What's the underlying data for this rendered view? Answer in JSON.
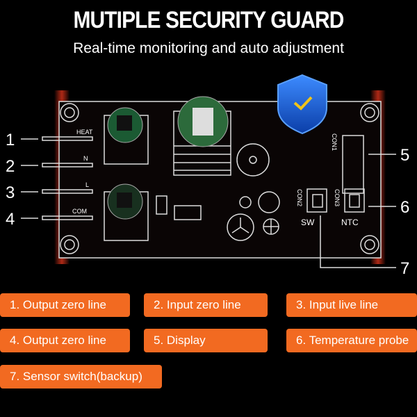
{
  "header": {
    "title": "MUTIPLE SECURITY GUARD",
    "subtitle": "Real-time monitoring and auto adjustment"
  },
  "diagram": {
    "terminal_labels": [
      "HEAT",
      "N",
      "L",
      "COM"
    ],
    "connector_labels": [
      "CON1",
      "CON2",
      "CON3"
    ],
    "port_labels": [
      "SW",
      "NTC"
    ],
    "callout_numbers": [
      "1",
      "2",
      "3",
      "4",
      "5",
      "6",
      "7"
    ]
  },
  "legend": [
    "1.  Output zero line",
    "2.  Input zero line",
    "3.  Input live line",
    "4.  Output zero line",
    "5.  Display",
    "6.  Temperature probe",
    "7.  Sensor switch(backup)"
  ],
  "colors": {
    "accent": "#f26a21",
    "shield": "#1e5fd8",
    "check": "#f0c419"
  }
}
